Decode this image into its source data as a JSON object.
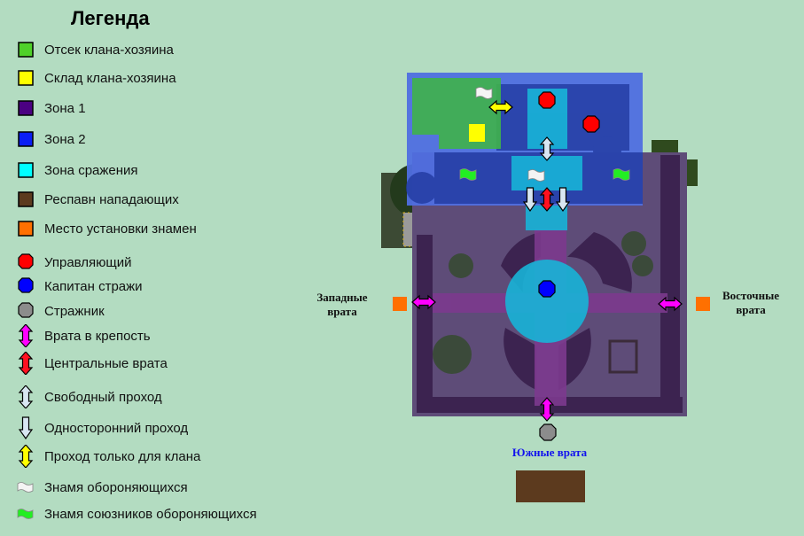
{
  "legend": {
    "title": "Легенда",
    "items": [
      {
        "label": "Отсек клана-хозяина",
        "icon": "square",
        "color": "#4fd12a"
      },
      {
        "label": "Склад клана-хозяина",
        "icon": "square",
        "color": "#ffff00"
      },
      {
        "label": "Зона 1",
        "icon": "square",
        "color": "#4b0082"
      },
      {
        "label": "Зона 2",
        "icon": "square",
        "color": "#0a1ef5"
      },
      {
        "label": "Зона сражения",
        "icon": "square",
        "color": "#00ffff"
      },
      {
        "label": "Респавн нападающих",
        "icon": "square",
        "color": "#5c3a1e"
      },
      {
        "label": "Место установки знамен",
        "icon": "square",
        "color": "#ff7000"
      },
      {
        "label": "Управляющий",
        "icon": "octagon",
        "color": "#ff0000"
      },
      {
        "label": "Капитан стражи",
        "icon": "octagon",
        "color": "#0000ff"
      },
      {
        "label": "Стражник",
        "icon": "octagon",
        "color": "#8c8c8c"
      },
      {
        "label": "Врата в крепость",
        "icon": "double-arrow",
        "color": "#ff00ff"
      },
      {
        "label": "Центральные врата",
        "icon": "double-arrow",
        "color": "#ff1020"
      },
      {
        "label": "Свободный проход",
        "icon": "double-arrow",
        "color": "#d8e6f2"
      },
      {
        "label": "Односторонний проход",
        "icon": "down-arrow",
        "color": "#d8e6f2"
      },
      {
        "label": "Проход только для клана",
        "icon": "double-arrow",
        "color": "#ffff00"
      },
      {
        "label": "Знамя обороняющихся",
        "icon": "flag",
        "color": "#f4f4f4"
      },
      {
        "label": "Знамя союзников обороняющихся",
        "icon": "flag",
        "color": "#22ee22"
      }
    ]
  },
  "map": {
    "west_gate_label": "Западные врата",
    "east_gate_label": "Восточные врата",
    "south_gate_label": "Южные врата",
    "south_gate_label_color": "#1010ee"
  }
}
